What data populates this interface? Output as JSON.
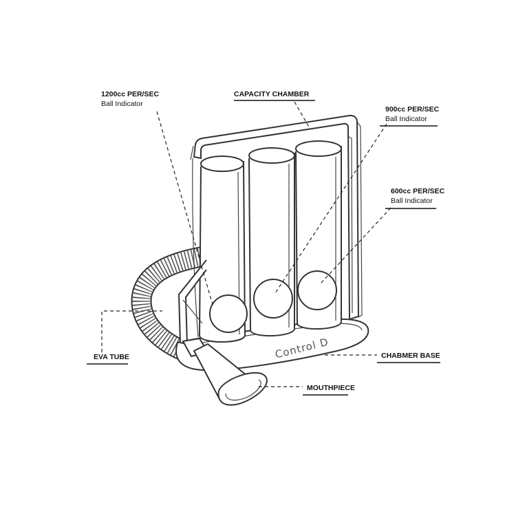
{
  "labels": {
    "indicator_1200_rate": "1200cc PER/SEC",
    "indicator_1200_name": "Ball Indicator",
    "capacity_chamber": "CAPACITY CHAMBER",
    "indicator_900_rate": "900cc PER/SEC",
    "indicator_900_name": "Ball Indicator",
    "indicator_600_rate": "600cc PER/SEC",
    "indicator_600_name": "Ball Indicator",
    "eva_tube": "EVA TUBE",
    "chamber_base": "CHABMER BASE",
    "mouthpiece": "MOUTHPIECE"
  },
  "brand": "Control D",
  "colors": {
    "line": "#333333",
    "background": "#ffffff"
  },
  "icons": [
    "spirometer-drawing"
  ]
}
